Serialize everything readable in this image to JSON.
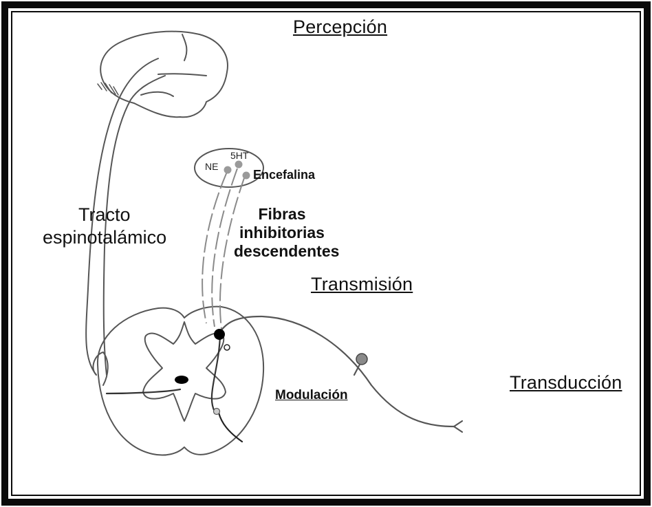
{
  "labels": {
    "percepcion": "Percepción",
    "tracto_line1": "Tracto",
    "tracto_line2": "espinotalámico",
    "ne": "NE",
    "serotonin": "5HT",
    "encefalina": "Encefalina",
    "fibras_line1": "Fibras",
    "fibras_line2": "inhibitorias",
    "fibras_line3": "descendentes",
    "transmision": "Transmisión",
    "modulacion": "Modulación",
    "transduccion": "Transducción"
  },
  "colors": {
    "frame": "#0a0a0a",
    "stroke": "#555555",
    "fibers": "#8a8a8a",
    "neuron_dot": "#9a9a9a"
  }
}
